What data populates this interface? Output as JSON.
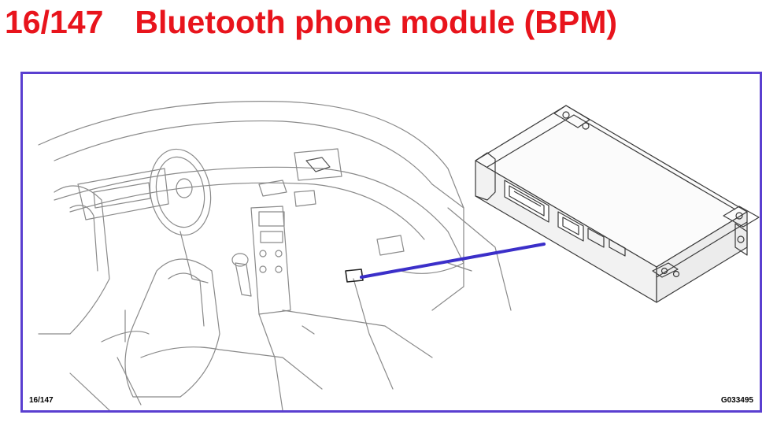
{
  "header": {
    "number": "16/147",
    "title": "Bluetooth phone module (BPM)"
  },
  "figure": {
    "ref_left": "16/147",
    "ref_right": "G033495"
  },
  "colors": {
    "title": "#e8141c",
    "frame": "#5a3fd0",
    "pointer": "#3b2fc9",
    "linework": "#8a8a8a",
    "linework_dark": "#3a3a3a"
  }
}
